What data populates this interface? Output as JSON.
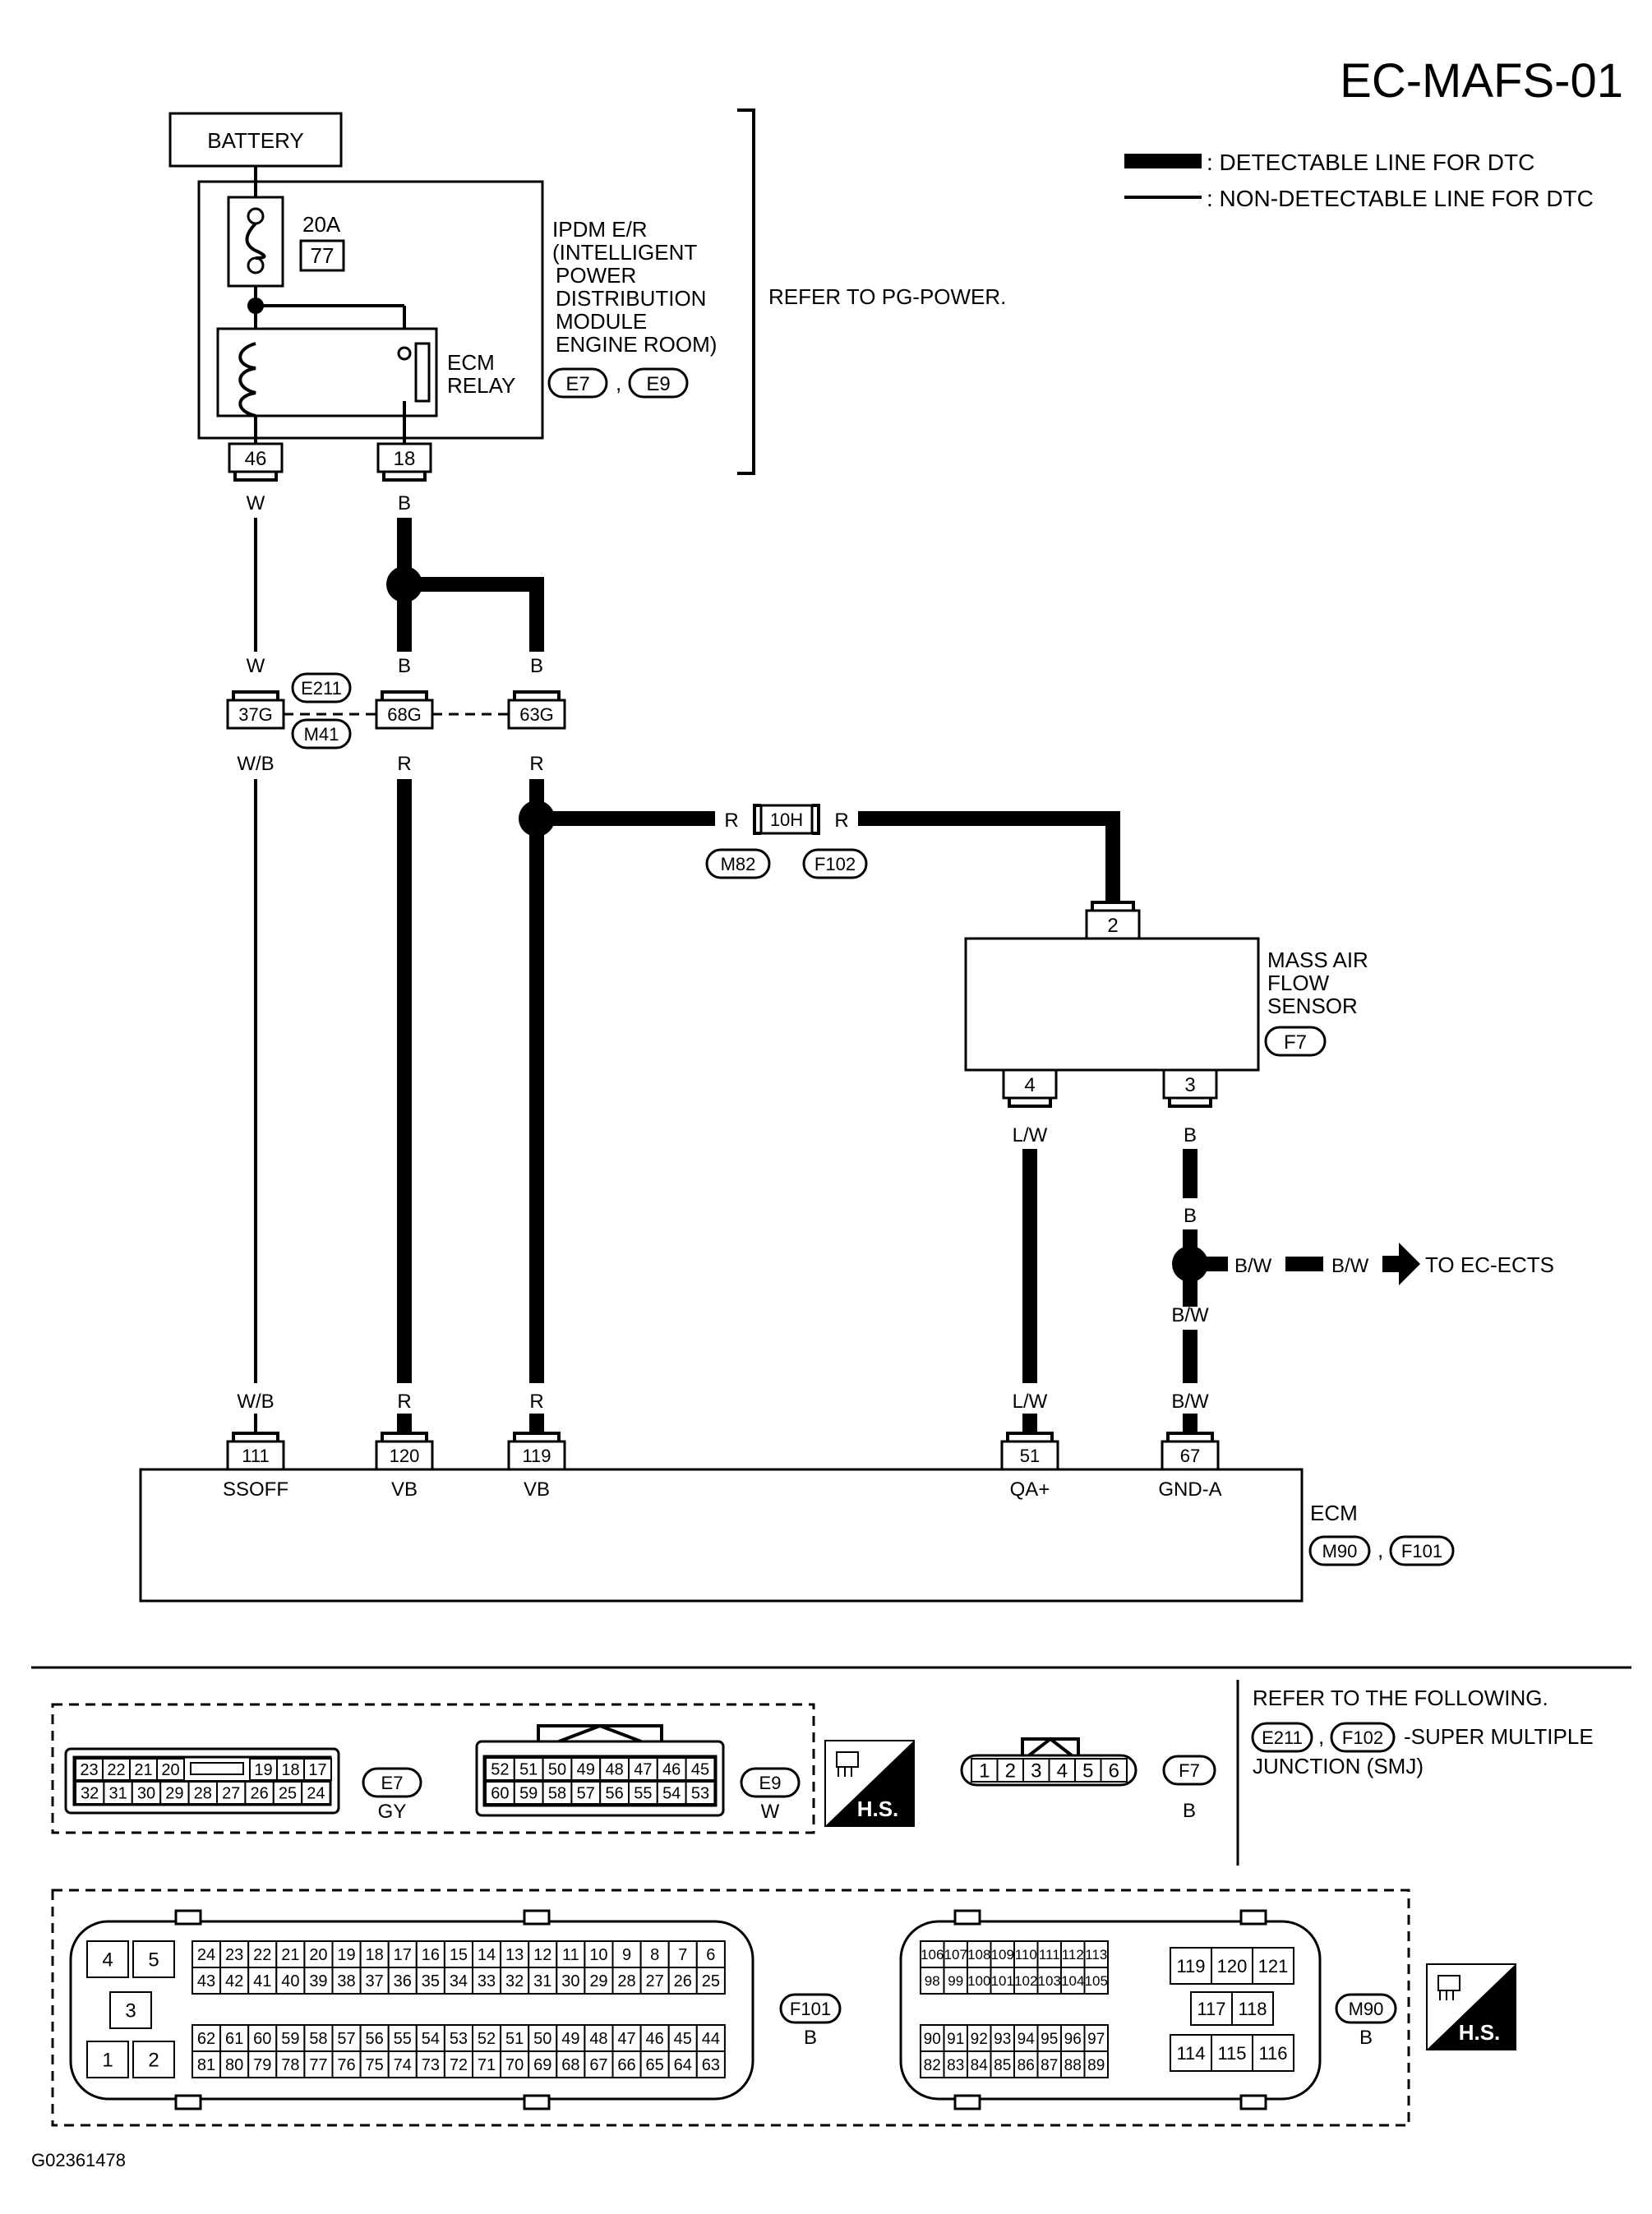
{
  "title": "EC-MAFS-01",
  "legend": {
    "detectable": ": DETECTABLE LINE FOR DTC",
    "non_detectable": ": NON-DETECTABLE LINE FOR DTC"
  },
  "battery": "BATTERY",
  "fuse": {
    "rating": "20A",
    "number": "77"
  },
  "ipdm": {
    "line1": "IPDM E/R",
    "line2": "(INTELLIGENT",
    "line3": "POWER",
    "line4": "DISTRIBUTION",
    "line5": "MODULE",
    "line6": "ENGINE ROOM)",
    "conn1": "E7",
    "conn2": "E9",
    "comma": ","
  },
  "relay": {
    "line1": "ECM",
    "line2": "RELAY"
  },
  "refer_pg": "REFER TO PG-POWER.",
  "pins": {
    "p46": "46",
    "p18": "18",
    "p37g": "37G",
    "p68g": "68G",
    "p63g": "63G",
    "p10h": "10H",
    "p2": "2",
    "p4": "4",
    "p3": "3",
    "p111": "111",
    "p120": "120",
    "p119": "119",
    "p51": "51",
    "p67": "67"
  },
  "wires": {
    "w": "W",
    "b": "B",
    "wb": "W/B",
    "r": "R",
    "lw": "L/W",
    "bw": "B/W"
  },
  "joint_conns": {
    "e211": "E211",
    "m41": "M41",
    "m82": "M82",
    "f102": "F102"
  },
  "maf": {
    "line1": "MASS AIR",
    "line2": "FLOW",
    "line3": "SENSOR",
    "conn": "F7"
  },
  "to_ects": "TO EC-ECTS",
  "ecm": {
    "label": "ECM",
    "term_111": "SSOFF",
    "term_120": "VB",
    "term_119": "VB",
    "term_51": "QA+",
    "term_67": "GND-A",
    "conn1": "M90",
    "conn2": "F101"
  },
  "refer_following": {
    "line1": "REFER TO THE FOLLOWING.",
    "conn1": "E211",
    "conn2": "F102",
    "line2": "-SUPER MULTIPLE",
    "line3": "JUNCTION (SMJ)"
  },
  "hs_label": "H.S.",
  "connector_e7": {
    "id": "E7",
    "color": "GY",
    "row1": [
      "23",
      "22",
      "21",
      "20",
      "",
      "19",
      "18",
      "17"
    ],
    "row2": [
      "32",
      "31",
      "30",
      "29",
      "28",
      "27",
      "26",
      "25",
      "24"
    ]
  },
  "connector_e9": {
    "id": "E9",
    "color": "W",
    "row1": [
      "52",
      "51",
      "50",
      "49",
      "48",
      "47",
      "46",
      "45"
    ],
    "row2": [
      "60",
      "59",
      "58",
      "57",
      "56",
      "55",
      "54",
      "53"
    ]
  },
  "connector_f7": {
    "id": "F7",
    "color": "B",
    "pins": [
      "1",
      "2",
      "3",
      "4",
      "5",
      "6"
    ]
  },
  "connector_f101": {
    "id": "F101",
    "color": "B",
    "left": [
      "4",
      "5",
      "3",
      "1",
      "2"
    ],
    "row1": [
      "24",
      "23",
      "22",
      "21",
      "20",
      "19",
      "18",
      "17",
      "16",
      "15",
      "14",
      "13",
      "12",
      "11",
      "10",
      "9",
      "8",
      "7",
      "6"
    ],
    "row2": [
      "43",
      "42",
      "41",
      "40",
      "39",
      "38",
      "37",
      "36",
      "35",
      "34",
      "33",
      "32",
      "31",
      "30",
      "29",
      "28",
      "27",
      "26",
      "25"
    ],
    "row3": [
      "62",
      "61",
      "60",
      "59",
      "58",
      "57",
      "56",
      "55",
      "54",
      "53",
      "52",
      "51",
      "50",
      "49",
      "48",
      "47",
      "46",
      "45",
      "44"
    ],
    "row4": [
      "81",
      "80",
      "79",
      "78",
      "77",
      "76",
      "75",
      "74",
      "73",
      "72",
      "71",
      "70",
      "69",
      "68",
      "67",
      "66",
      "65",
      "64",
      "63"
    ]
  },
  "connector_m90": {
    "id": "M90",
    "color": "B",
    "row1": [
      "106",
      "107",
      "108",
      "109",
      "110",
      "111",
      "112",
      "113"
    ],
    "row2": [
      "98",
      "99",
      "100",
      "101",
      "102",
      "103",
      "104",
      "105"
    ],
    "row3": [
      "90",
      "91",
      "92",
      "93",
      "94",
      "95",
      "96",
      "97"
    ],
    "row4": [
      "82",
      "83",
      "84",
      "85",
      "86",
      "87",
      "88",
      "89"
    ],
    "right_top": [
      "119",
      "120",
      "121"
    ],
    "right_mid": [
      "117",
      "118"
    ],
    "right_bot": [
      "114",
      "115",
      "116"
    ]
  },
  "figure_id": "G02361478"
}
